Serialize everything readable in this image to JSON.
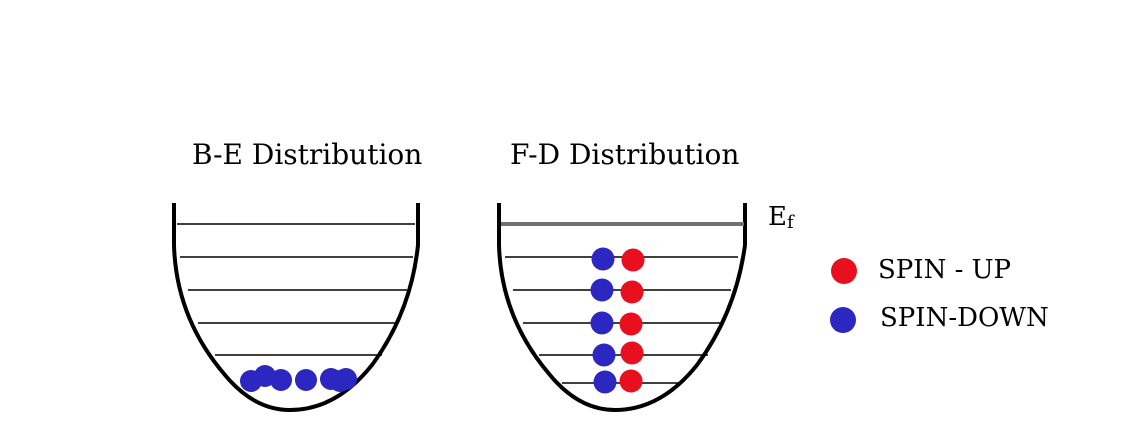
{
  "titles": {
    "be": "B-E Distribution",
    "fd": "F-D Distribution"
  },
  "fermi_level": {
    "main": "E",
    "sub": "f"
  },
  "legend": {
    "spin_up_label": "SPIN - UP",
    "spin_down_label": "SPIN-DOWN"
  },
  "colors": {
    "spin_up": "#e8101e",
    "spin_down": "#2b27c0",
    "fermi_line": "#707070",
    "well": "#000000",
    "levels": "#000000"
  },
  "be_well": {
    "energy_levels": 5,
    "spin_down_particles": 7,
    "occupied_level": "lowest"
  },
  "fd_well": {
    "energy_levels": 5,
    "spin_up_per_level": 1,
    "spin_down_per_level": 1
  }
}
